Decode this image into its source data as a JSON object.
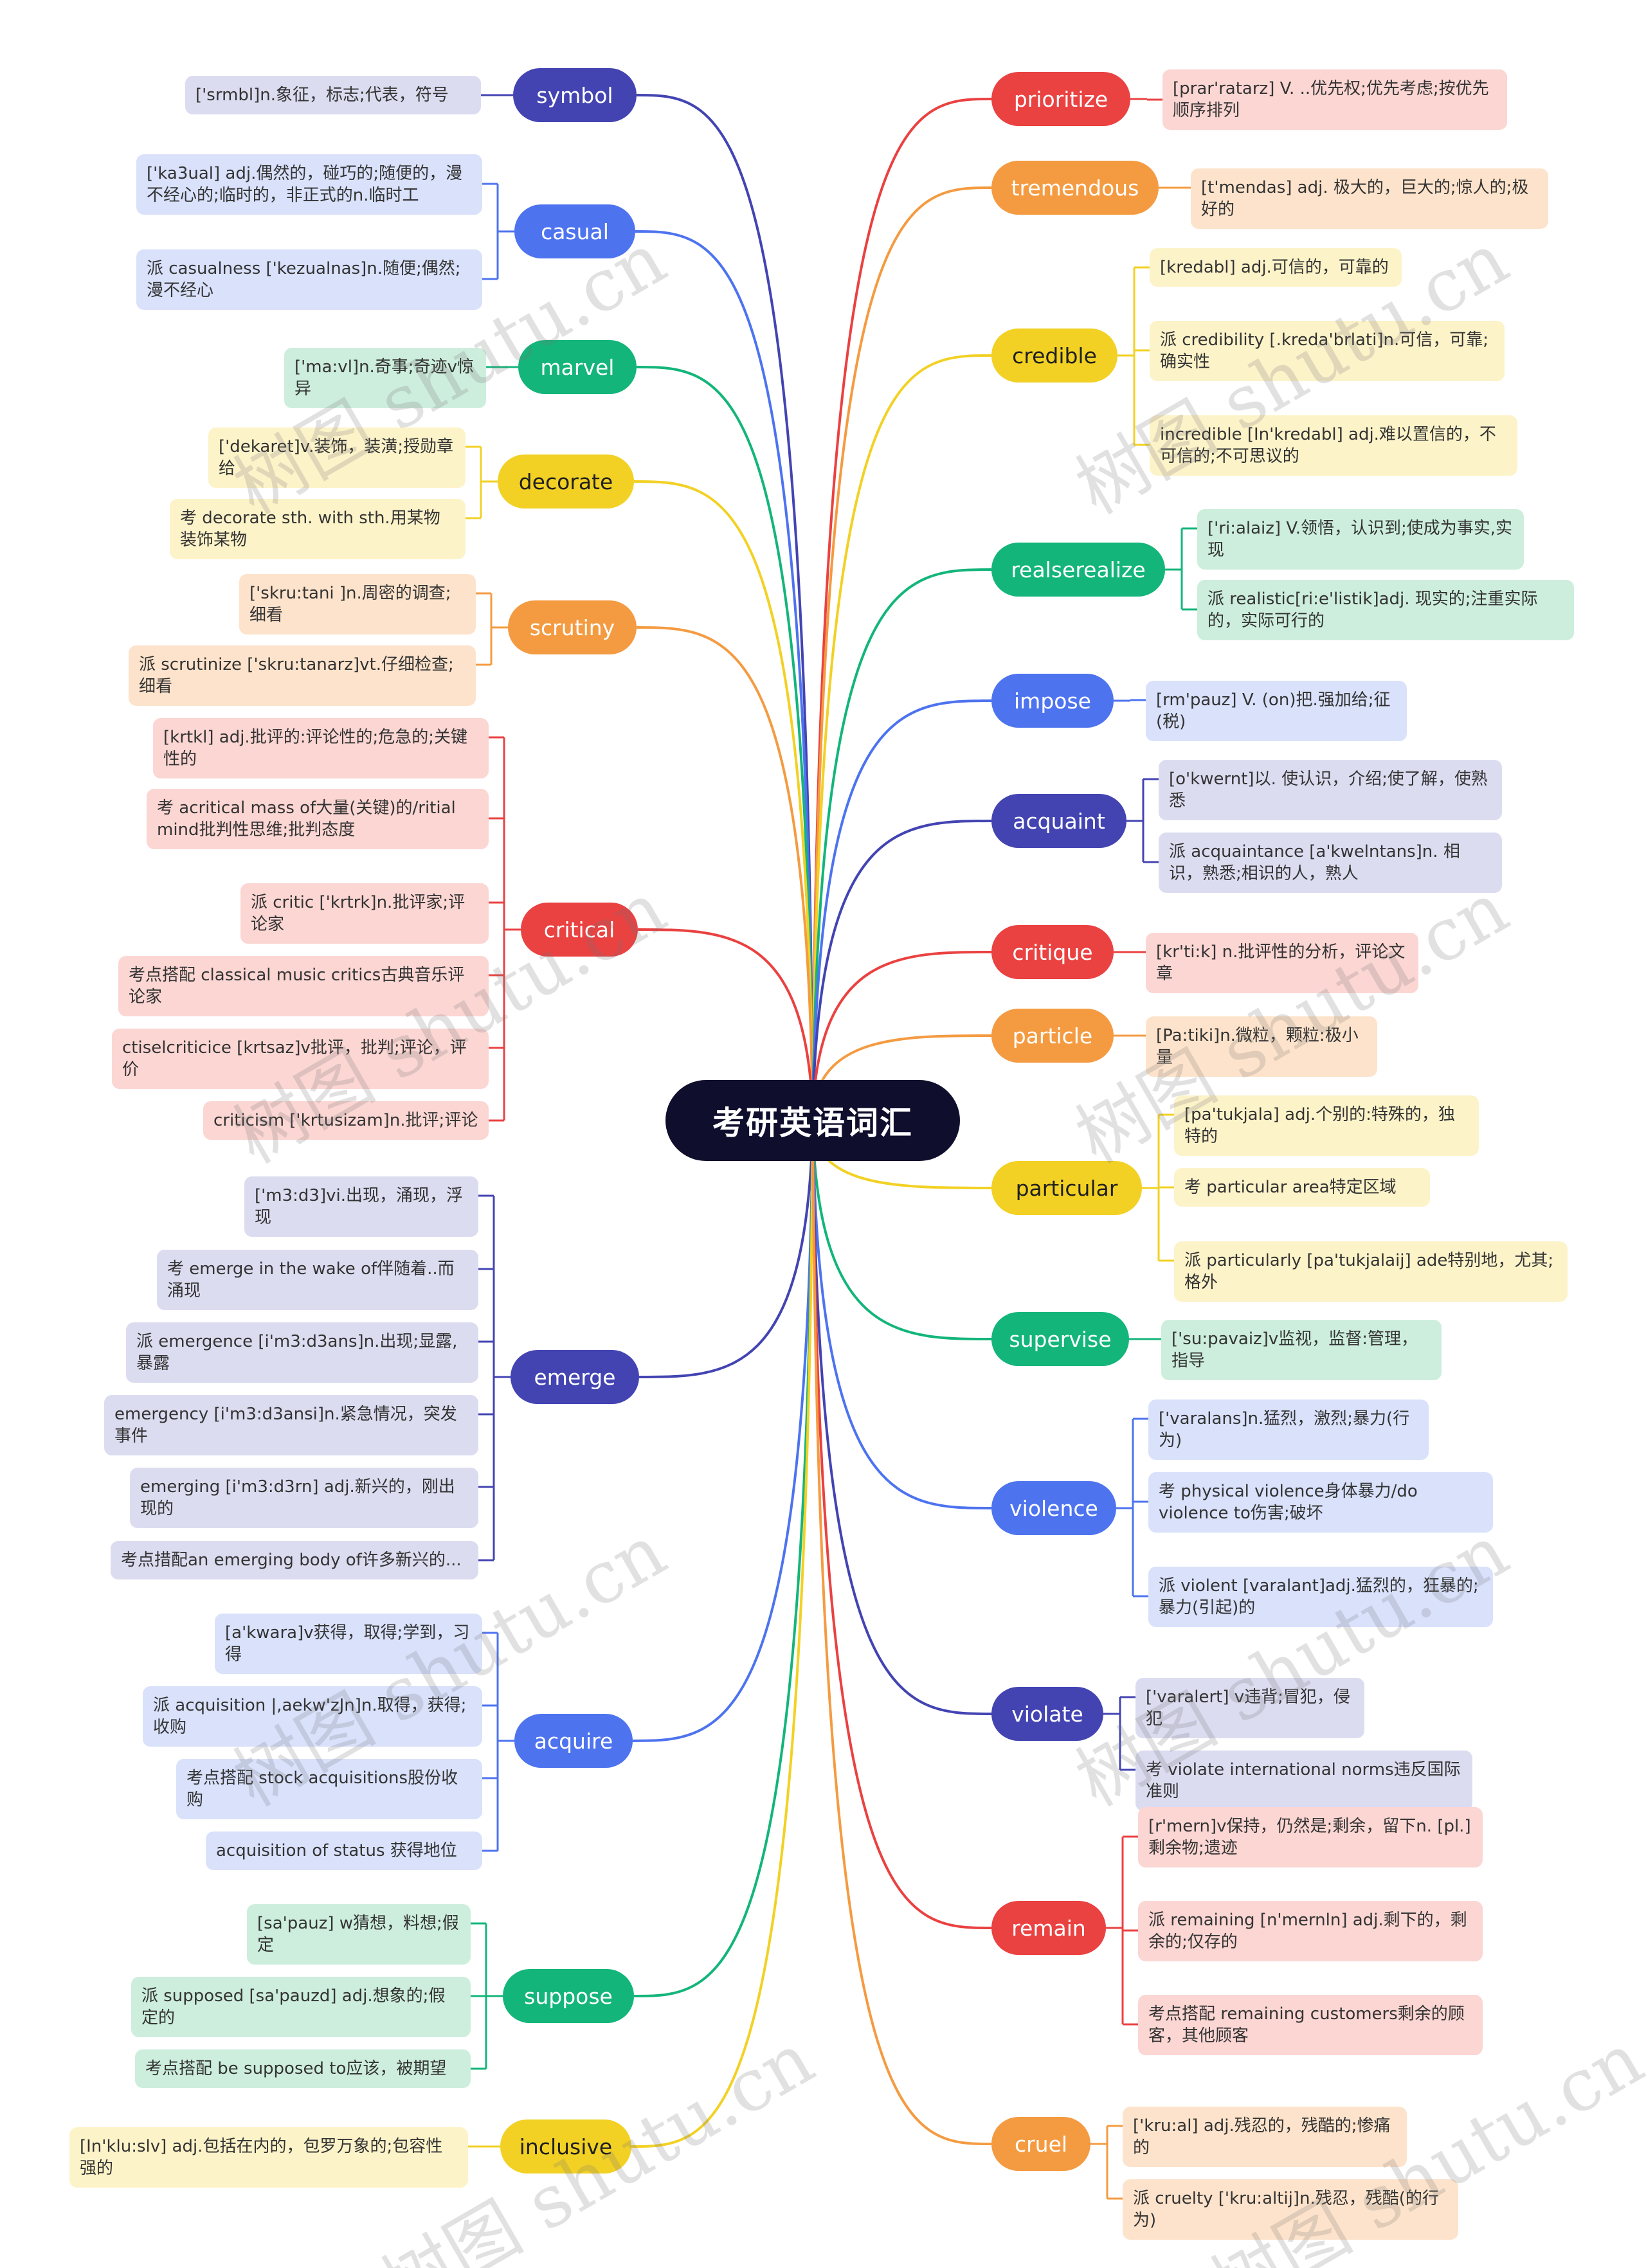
{
  "root": {
    "label": "考研英语词汇"
  },
  "watermark": {
    "text": "树图 shutu.cn"
  },
  "colors": {
    "red": {
      "topic": "#ea4141",
      "leaf": "#fbd6d3",
      "text": "#ffffff"
    },
    "orange": {
      "topic": "#f49b41",
      "leaf": "#fde3cb",
      "text": "#ffffff"
    },
    "yellow": {
      "topic": "#f2d124",
      "leaf": "#fdf3c9",
      "text": "#1f1f1f"
    },
    "green": {
      "topic": "#13b57a",
      "leaf": "#cdeedd",
      "text": "#ffffff"
    },
    "blue": {
      "topic": "#4d73ef",
      "leaf": "#d9e1fb",
      "text": "#ffffff"
    },
    "navy": {
      "topic": "#4344b2",
      "leaf": "#dcdcf1",
      "text": "#ffffff"
    }
  },
  "topics": {
    "symbol": {
      "label": "symbol",
      "items": [
        "['srmbl]n.象征，标志;代表，符号"
      ]
    },
    "casual": {
      "label": "casual",
      "items": [
        "['ka3ual] adj.偶然的，碰巧的;随便的，漫不经心的;临时的，非正式的n.临时工",
        "派 casualness ['kezualnas]n.随便;偶然;漫不经心"
      ]
    },
    "marvel": {
      "label": "marvel",
      "items": [
        "['ma:vl]n.奇事;奇迹v惊异"
      ]
    },
    "decorate": {
      "label": "decorate",
      "items": [
        "['dekaret]v.装饰，装潢;授勋章给",
        "考 decorate sth. with sth.用某物装饰某物"
      ]
    },
    "scrutiny": {
      "label": "scrutiny",
      "items": [
        "['skru:tani ]n.周密的调查;细看",
        "派 scrutinize ['skru:tanarz]vt.仔细检查;细看"
      ]
    },
    "critical": {
      "label": "critical",
      "items": [
        "[krtkl] adj.批评的:评论性的;危急的;关键性的",
        "考 acritical mass of大量(关键)的/ritial mind批判性思维;批判态度",
        "派 critic ['krtrk]n.批评家;评论家",
        "考点搭配 classical music critics古典音乐评论家",
        "ctiselcriticice [krtsaz]v批评，批判;评论，评价",
        "criticism ['krtusizam]n.批评;评论"
      ]
    },
    "emerge": {
      "label": "emerge",
      "items": [
        "['m3:d3]vi.出现，涌现，浮现",
        "考 emerge in the wake of伴随着..而涌现",
        "派 emergence [i'm3:d3ans]n.出现;显露,暴露",
        "emergency [i'm3:d3ansi]n.紧急情况，突发事件",
        "emerging [i'm3:d3rn] adj.新兴的，刚出现的",
        "考点措配an emerging body of许多新兴的..."
      ]
    },
    "acquire": {
      "label": "acquire",
      "items": [
        "[a'kwara]v获得，取得;学到，习得",
        "派 acquisition |,aekw'zJn]n.取得，获得;收购",
        "考点搭配 stock acquisitions股份收购",
        "acquisition of status 获得地位"
      ]
    },
    "suppose": {
      "label": "suppose",
      "items": [
        "[sa'pauz] w猜想，料想;假定",
        "派 supposed [sa'pauzd] adj.想象的;假定的",
        "考点搭配 be supposed to应该，被期望"
      ]
    },
    "inclusive": {
      "label": "inclusive",
      "items": [
        "[In'klu:slv] adj.包括在内的，包罗万象的;包容性强的"
      ]
    },
    "prioritize": {
      "label": "prioritize",
      "items": [
        "[prar'ratarz] V. ..优先权;优先考虑;按优先顺序排列"
      ]
    },
    "tremendous": {
      "label": "tremendous",
      "items": [
        "[t'mendas] adj. 极大的，巨大的;惊人的;极好的"
      ]
    },
    "credible": {
      "label": "credible",
      "items": [
        "[kredabl] adj.可信的，可靠的",
        "派 credibility [.kreda'brlati]n.可信，可靠;确实性",
        "incredible [In'kredabl] adj.难以置信的，不可信的;不可思议的"
      ]
    },
    "realize": {
      "label": "realserealize",
      "items": [
        "['ri:alaiz] V.领悟，认识到;使成为事实,实现",
        "派 realistic[ri:e'listik]adj. 现实的;注重实际的，实际可行的"
      ]
    },
    "impose": {
      "label": "impose",
      "items": [
        "[rm'pauz] V. (on)把.强加给;征(税)"
      ]
    },
    "acquaint": {
      "label": "acquaint",
      "items": [
        "[o'kwernt]以. 使认识，介绍;使了解，使熟悉",
        "派 acquaintance [a'kwelntans]n. 相识，熟悉;相识的人，熟人"
      ]
    },
    "critique": {
      "label": "critique",
      "items": [
        "[kr'ti:k] n.批评性的分析，评论文章"
      ]
    },
    "particle": {
      "label": "particle",
      "items": [
        "[Pa:tiki]n.微粒，颗粒:极小量"
      ]
    },
    "particular": {
      "label": "particular",
      "items": [
        "[pa'tukjala] adj.个别的:特殊的，独特的",
        "考 particular area特定区域",
        "派 particularly [pa'tukjalaij] ade特别地，尤其;格外"
      ]
    },
    "supervise": {
      "label": "supervise",
      "items": [
        "['su:pavaiz]v监视，监督:管理，指导"
      ]
    },
    "violence": {
      "label": "violence",
      "items": [
        "['varalans]n.猛烈，激烈;暴力(行为)",
        "考 physical violence身体暴力/do violence to伤害;破坏",
        "派 violent [varalant]adj.猛烈的，狂暴的;暴力(引起)的"
      ]
    },
    "violate": {
      "label": "violate",
      "items": [
        "['varalert] v违背;冒犯，侵犯",
        "考 violate international norms违反国际准则"
      ]
    },
    "remain": {
      "label": "remain",
      "items": [
        "[r'mern]v保持，仍然是;剩余，留下n. [pl.]剩余物;遗迹",
        "派 remaining [n'mernln] adj.剩下的，剩余的;仅存的",
        "考点搭配 remaining customers剩余的顾客，其他顾客"
      ]
    },
    "cruel": {
      "label": "cruel",
      "items": [
        "['kru:al] adj.残忍的，残酷的;惨痛的",
        "派 cruelty ['kru:altij]n.残忍，残酷(的行为)"
      ]
    }
  }
}
